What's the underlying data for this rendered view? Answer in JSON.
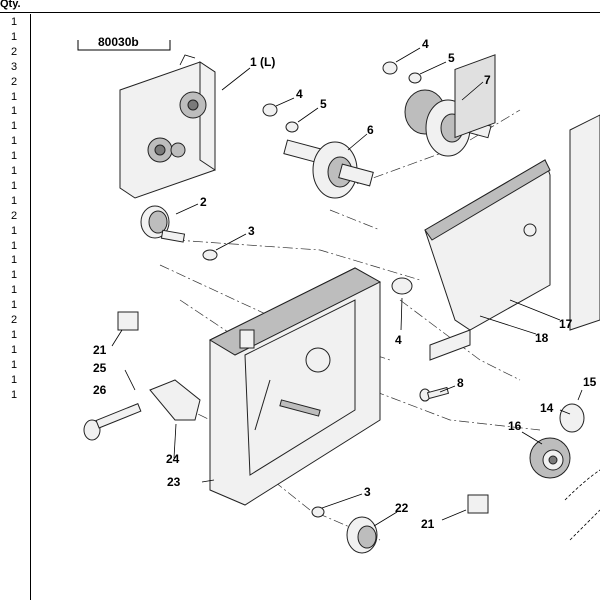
{
  "header": {
    "qty_label": "Qty."
  },
  "quantities": [
    "1",
    "1",
    "2",
    "3",
    "2",
    "1",
    "1",
    "1",
    "1",
    "1",
    "1",
    "1",
    "1",
    "2",
    "1",
    "1",
    "1",
    "1",
    "1",
    "1",
    "2",
    "1",
    "1",
    "1",
    "1",
    "1"
  ],
  "drawing_ref": "80030b",
  "callouts": [
    {
      "id": "c1",
      "label": "1 (L)"
    },
    {
      "id": "c2",
      "label": "2"
    },
    {
      "id": "c3a",
      "label": "3"
    },
    {
      "id": "c3b",
      "label": "3"
    },
    {
      "id": "c4a",
      "label": "4"
    },
    {
      "id": "c4b",
      "label": "4"
    },
    {
      "id": "c4c",
      "label": "4"
    },
    {
      "id": "c5a",
      "label": "5"
    },
    {
      "id": "c5b",
      "label": "5"
    },
    {
      "id": "c6",
      "label": "6"
    },
    {
      "id": "c7",
      "label": "7"
    },
    {
      "id": "c8",
      "label": "8"
    },
    {
      "id": "c14",
      "label": "14"
    },
    {
      "id": "c15",
      "label": "15"
    },
    {
      "id": "c16",
      "label": "16"
    },
    {
      "id": "c17",
      "label": "17"
    },
    {
      "id": "c18",
      "label": "18"
    },
    {
      "id": "c21a",
      "label": "21"
    },
    {
      "id": "c21b",
      "label": "21"
    },
    {
      "id": "c22",
      "label": "22"
    },
    {
      "id": "c23",
      "label": "23"
    },
    {
      "id": "c24",
      "label": "24"
    },
    {
      "id": "c25",
      "label": "25"
    },
    {
      "id": "c26",
      "label": "26"
    }
  ]
}
